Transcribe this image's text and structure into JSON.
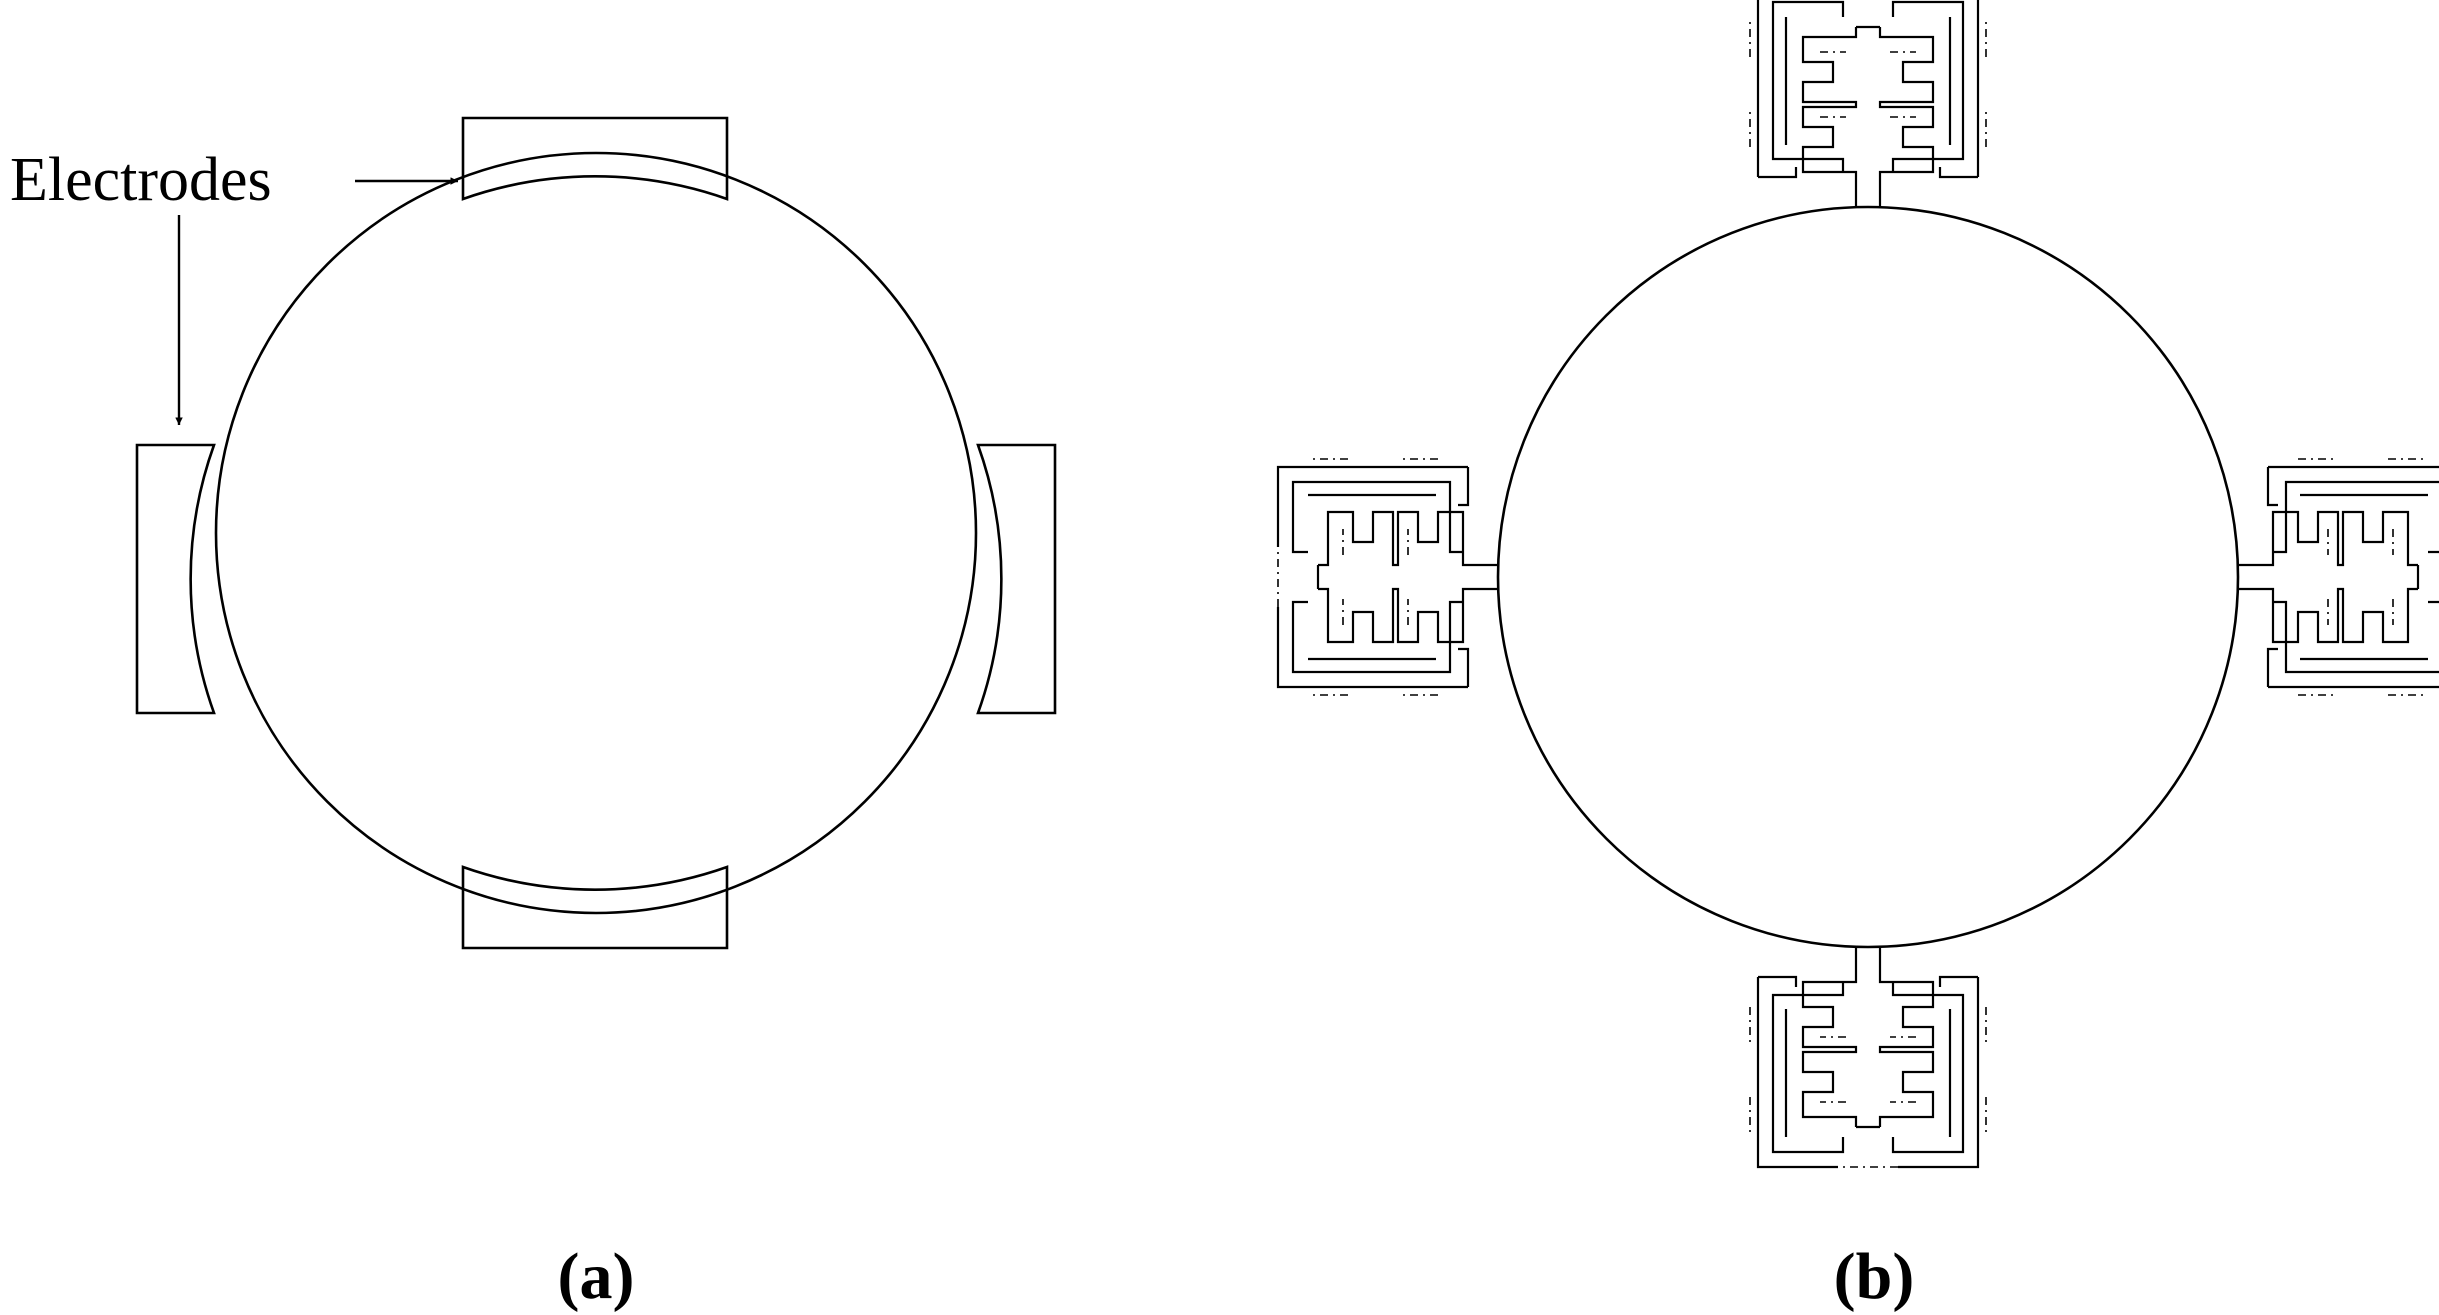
{
  "figure": {
    "annotation": "Electrodes",
    "panels": [
      {
        "id": "a",
        "label_open": "(",
        "label_letter": "a",
        "label_close": ")"
      },
      {
        "id": "b",
        "label_open": "(",
        "label_letter": "b",
        "label_close": ")"
      }
    ]
  }
}
